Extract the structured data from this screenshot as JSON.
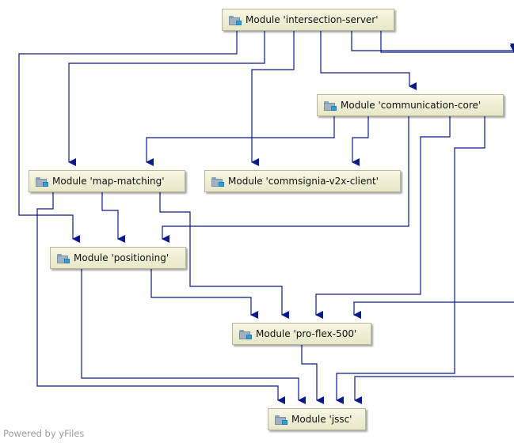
{
  "diagram": {
    "nodes": [
      {
        "id": "intersection-server",
        "label": "Module 'intersection-server'",
        "icon": "module-icon"
      },
      {
        "id": "communication-core",
        "label": "Module 'communication-core'",
        "icon": "module-icon"
      },
      {
        "id": "map-matching",
        "label": "Module 'map-matching'",
        "icon": "module-icon"
      },
      {
        "id": "commsignia-v2x-client",
        "label": "Module 'commsignia-v2x-client'",
        "icon": "module-icon"
      },
      {
        "id": "positioning",
        "label": "Module 'positioning'",
        "icon": "module-icon"
      },
      {
        "id": "pro-flex-500",
        "label": "Module 'pro-flex-500'",
        "icon": "module-icon"
      },
      {
        "id": "jssc",
        "label": "Module 'jssc'",
        "icon": "module-icon"
      }
    ],
    "edges": [
      {
        "from": "intersection-server",
        "to": "map-matching"
      },
      {
        "from": "intersection-server",
        "to": "commsignia-v2x-client"
      },
      {
        "from": "intersection-server",
        "to": "communication-core"
      },
      {
        "from": "intersection-server",
        "to": "positioning"
      },
      {
        "from": "intersection-server",
        "to": "pro-flex-500"
      },
      {
        "from": "intersection-server",
        "to": "jssc"
      },
      {
        "from": "communication-core",
        "to": "map-matching"
      },
      {
        "from": "communication-core",
        "to": "commsignia-v2x-client"
      },
      {
        "from": "communication-core",
        "to": "positioning"
      },
      {
        "from": "communication-core",
        "to": "pro-flex-500"
      },
      {
        "from": "communication-core",
        "to": "jssc"
      },
      {
        "from": "map-matching",
        "to": "positioning"
      },
      {
        "from": "map-matching",
        "to": "pro-flex-500"
      },
      {
        "from": "map-matching",
        "to": "jssc"
      },
      {
        "from": "positioning",
        "to": "pro-flex-500"
      },
      {
        "from": "positioning",
        "to": "jssc"
      },
      {
        "from": "pro-flex-500",
        "to": "jssc"
      }
    ],
    "edge_color": "#0a1a8c"
  },
  "footer": {
    "text": "Powered by yFiles"
  }
}
